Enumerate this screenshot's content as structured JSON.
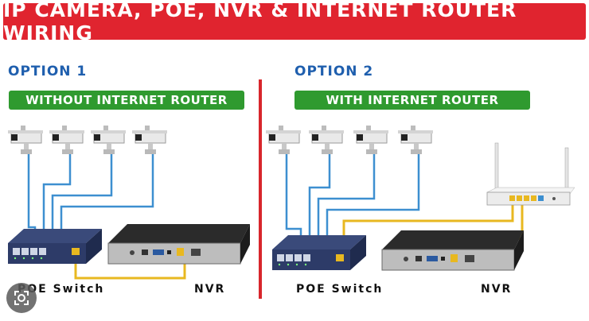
{
  "banner": {
    "title": "IP CAMERA, POE, NVR & INTERNET ROUTER WIRING"
  },
  "option1": {
    "title": "OPTION 1",
    "subtitle": "WITHOUT INTERNET ROUTER",
    "switch_label": "POE Switch",
    "nvr_label": "NVR"
  },
  "option2": {
    "title": "OPTION 2",
    "subtitle": "WITH INTERNET ROUTER",
    "switch_label": "POE Switch",
    "nvr_label": "NVR"
  },
  "colors": {
    "banner": "#e0242f",
    "option_title": "#1f5fae",
    "pill": "#2f9a2f",
    "cable_blue": "#3d8fd0",
    "cable_yellow": "#e8b820",
    "divider": "#d8262c"
  },
  "overlay": {
    "icon": "lens-search-icon"
  }
}
